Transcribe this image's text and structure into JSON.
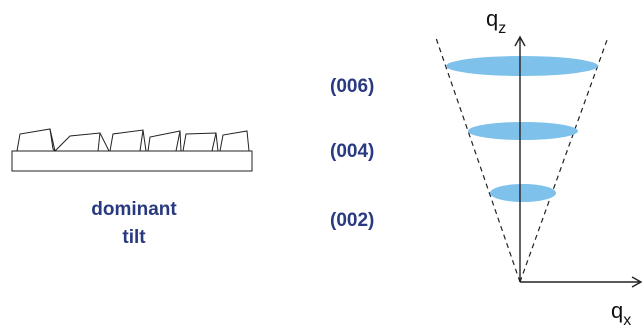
{
  "caption": {
    "line1": "dominant",
    "line2": "tilt"
  },
  "reflections": [
    {
      "label": "(006)"
    },
    {
      "label": "(004)"
    },
    {
      "label": "(002)"
    }
  ],
  "axes": {
    "vertical": {
      "symbol": "q",
      "subscript": "z"
    },
    "horizontal": {
      "symbol": "q",
      "subscript": "x"
    }
  },
  "colors": {
    "label_blue": "#2a3a80",
    "ellipse_fill": "#7ec1ea",
    "line": "#222222"
  }
}
